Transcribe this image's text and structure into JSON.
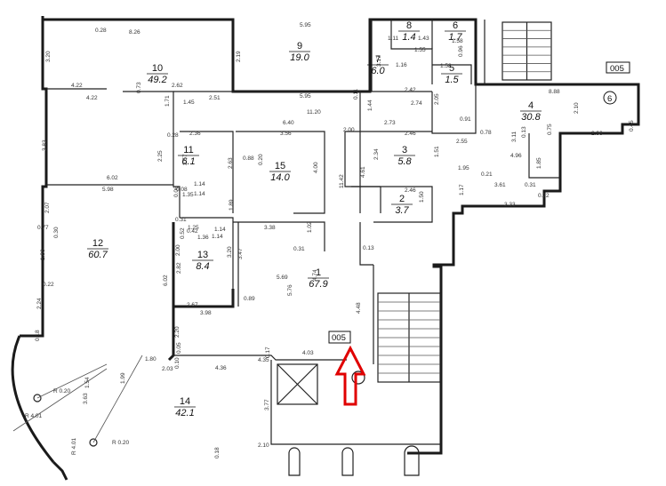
{
  "tags": {
    "top": "005",
    "center": "005",
    "marker": "6"
  },
  "rooms": [
    {
      "id": "10",
      "num": "10",
      "area": "49.2"
    },
    {
      "id": "9",
      "num": "9",
      "area": "19.0"
    },
    {
      "id": "8",
      "num": "8",
      "area": "1.4"
    },
    {
      "id": "7",
      "num": "7",
      "area": "6.0"
    },
    {
      "id": "6",
      "num": "6",
      "area": "1.7"
    },
    {
      "id": "5",
      "num": "5",
      "area": "1.5"
    },
    {
      "id": "4",
      "num": "4",
      "area": "30.8"
    },
    {
      "id": "11",
      "num": "11",
      "area": "6.1"
    },
    {
      "id": "15",
      "num": "15",
      "area": "14.0"
    },
    {
      "id": "3",
      "num": "3",
      "area": "5.8"
    },
    {
      "id": "2",
      "num": "2",
      "area": "3.7"
    },
    {
      "id": "12",
      "num": "12",
      "area": "60.7"
    },
    {
      "id": "13",
      "num": "13",
      "area": "8.4"
    },
    {
      "id": "1",
      "num": "1",
      "area": "67.9"
    },
    {
      "id": "14",
      "num": "14",
      "area": "42.1"
    }
  ],
  "dimensions": [
    "0.28",
    "8.26",
    "5.95",
    "3.20",
    "2.19",
    "1.11",
    "1.43",
    "1.55",
    "1.58",
    "0.96",
    "3.17",
    "1.58",
    "1.16",
    "4.22",
    "4.22",
    "2.62",
    "0.73",
    "8.88",
    "1.71",
    "1.45",
    "2.51",
    "5.95",
    "0.11",
    "2.74",
    "2.42",
    "2.05",
    "11.20",
    "1.44",
    "0.91",
    "0.78",
    "2.10",
    "2.96",
    "0.45",
    "6.40",
    "2.73",
    "0.28",
    "2.36",
    "3.56",
    "2.00",
    "2.46",
    "2.55",
    "0.13",
    "0.75",
    "3.83",
    "2.25",
    "2.57",
    "0.88",
    "0.20",
    "2.63",
    "2.34",
    "1.51",
    "3.11",
    "4.96",
    "1.95",
    "1.85",
    "0.21",
    "4.00",
    "4.61",
    "6.02",
    "5.98",
    "1.14",
    "0.08",
    "1.14",
    "0.06",
    "1.35",
    "11.42",
    "2.46",
    "1.17",
    "3.61",
    "0.31",
    "0.72",
    "3.33",
    "1.50",
    "2.07",
    "0.31",
    "1.25",
    "1.14",
    "1.89",
    "3.38",
    "1.02",
    "0.77",
    "0.30",
    "0.42",
    "1.36",
    "1.14",
    "0.52",
    "2.00",
    "3.47",
    "3.20",
    "0.31",
    "1.86",
    "2.82",
    "6.02",
    "5.69",
    "4.74",
    "0.13",
    "0.22",
    "2.67",
    "0.89",
    "5.76",
    "3.98",
    "4.48",
    "2.24",
    "2.20",
    "0.05",
    "0.10",
    "0.18",
    "1.80",
    "2.03",
    "4.36",
    "4.35",
    "0.17",
    "4.03",
    "1.54",
    "1.99",
    "3.77",
    "2.10",
    "0.18",
    "R 0.20",
    "R 4.01",
    "R 4.01",
    "R 0.20",
    "3.63"
  ]
}
